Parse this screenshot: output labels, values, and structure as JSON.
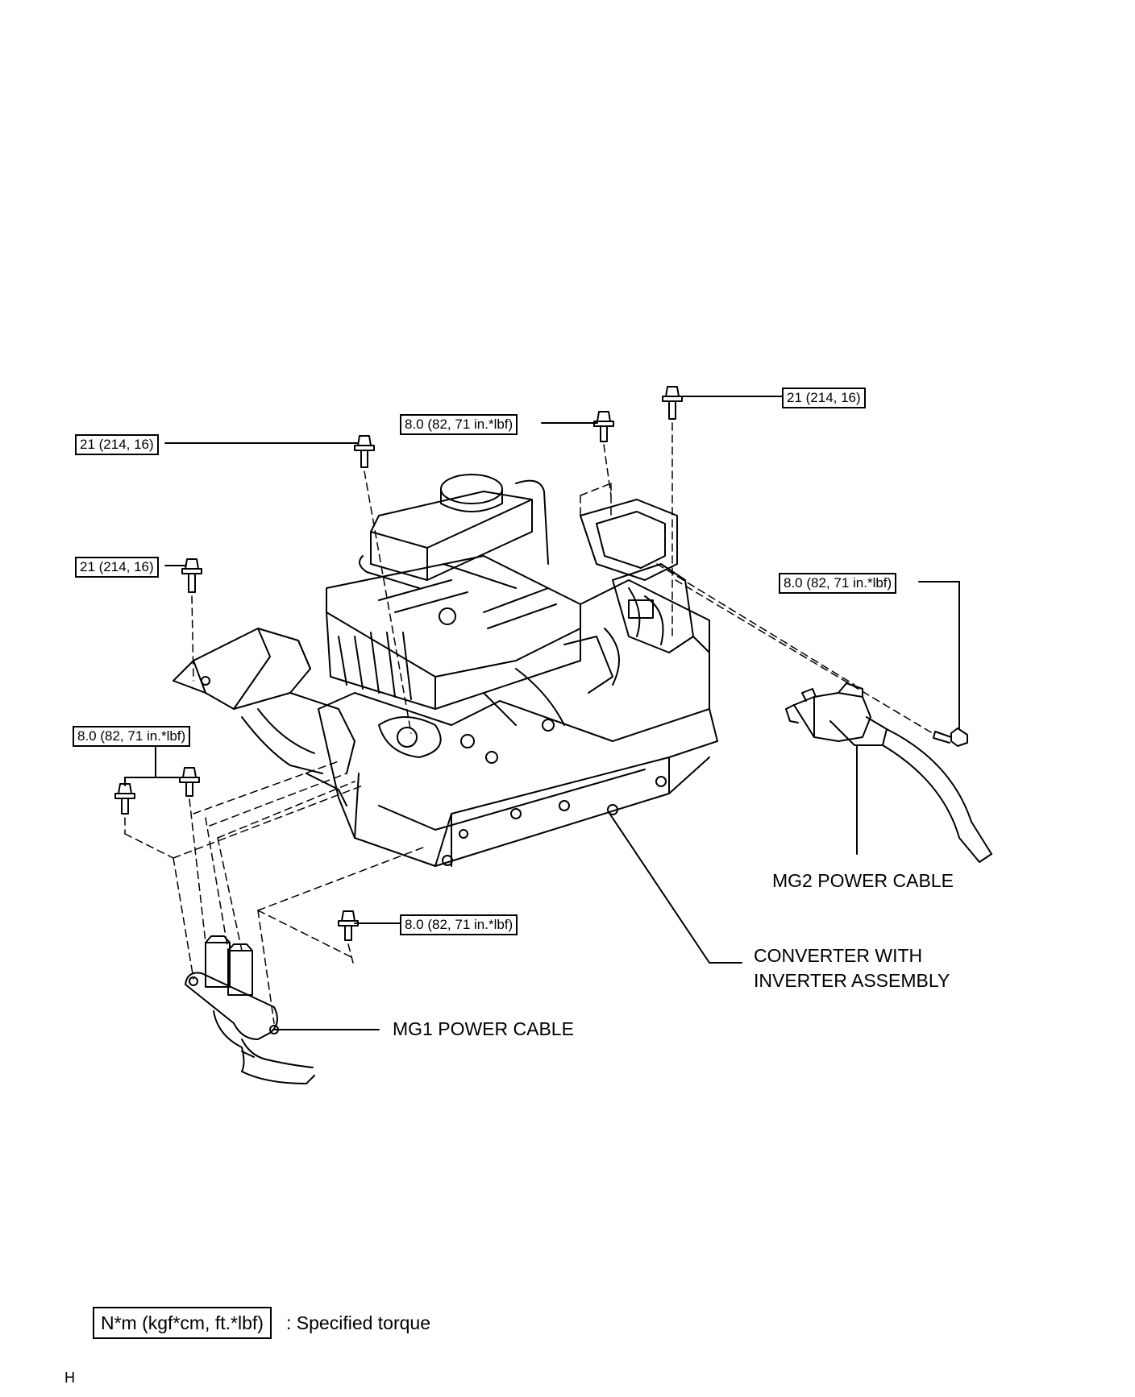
{
  "torque_labels": {
    "top_right_bolt": "21 (214, 16)",
    "top_center_bolt": "8.0 (82, 71 in.*lbf)",
    "upper_left_bolt": "21 (214, 16)",
    "middle_left_bolt": "21 (214, 16)",
    "mg2_bolt": "8.0 (82, 71 in.*lbf)",
    "mg1_left_bolts": "8.0 (82, 71 in.*lbf)",
    "mg1_lower_bolt": "8.0 (82, 71 in.*lbf)"
  },
  "callouts": {
    "mg2": "MG2 POWER CABLE",
    "converter_line1": "CONVERTER WITH",
    "converter_line2": "INVERTER ASSEMBLY",
    "mg1": "MG1 POWER CABLE"
  },
  "legend": {
    "unit": "N*m (kgf*cm, ft.*lbf)",
    "meaning": ": Specified torque"
  },
  "page_code": "H"
}
